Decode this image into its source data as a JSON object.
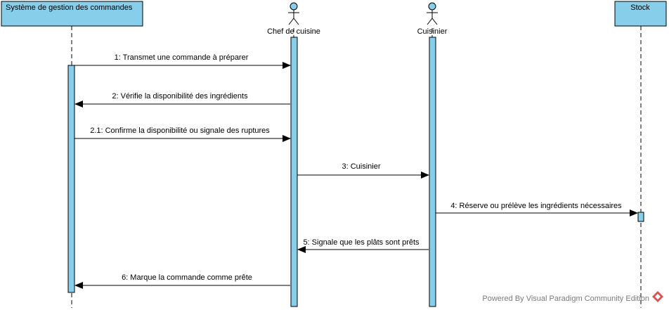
{
  "diagram": {
    "participants": [
      {
        "id": "system",
        "name": "Système de gestion des commandes",
        "kind": "box"
      },
      {
        "id": "chef",
        "name": "Chef de cuisine",
        "kind": "actor"
      },
      {
        "id": "cook",
        "name": "Cuisinier",
        "kind": "actor"
      },
      {
        "id": "stock",
        "name": "Stock",
        "kind": "box"
      }
    ],
    "messages": [
      {
        "label": "1: Transmet une commande à préparer",
        "from": "system",
        "to": "chef"
      },
      {
        "label": "2: Vérifie la disponibilité des ingrédients",
        "from": "chef",
        "to": "system"
      },
      {
        "label": "2.1: Confirme la disponibilité ou signale des ruptures",
        "from": "system",
        "to": "chef"
      },
      {
        "label": "3: Cuisinier",
        "from": "chef",
        "to": "cook"
      },
      {
        "label": "4: Réserve ou prélève les ingrédients nécessaires",
        "from": "cook",
        "to": "stock"
      },
      {
        "label": "5: Signale que les plâts sont prêts",
        "from": "cook",
        "to": "chef"
      },
      {
        "label": "6: Marque la commande comme prête",
        "from": "chef",
        "to": "system"
      }
    ],
    "colors": {
      "box_fill": "#87ceeb",
      "activation_fill": "#87ceeb",
      "stroke": "#000000",
      "footer_text": "#7a7a7a",
      "logo": "#d9534f"
    }
  },
  "footer": {
    "text": "Powered By Visual Paradigm Community Edition"
  }
}
